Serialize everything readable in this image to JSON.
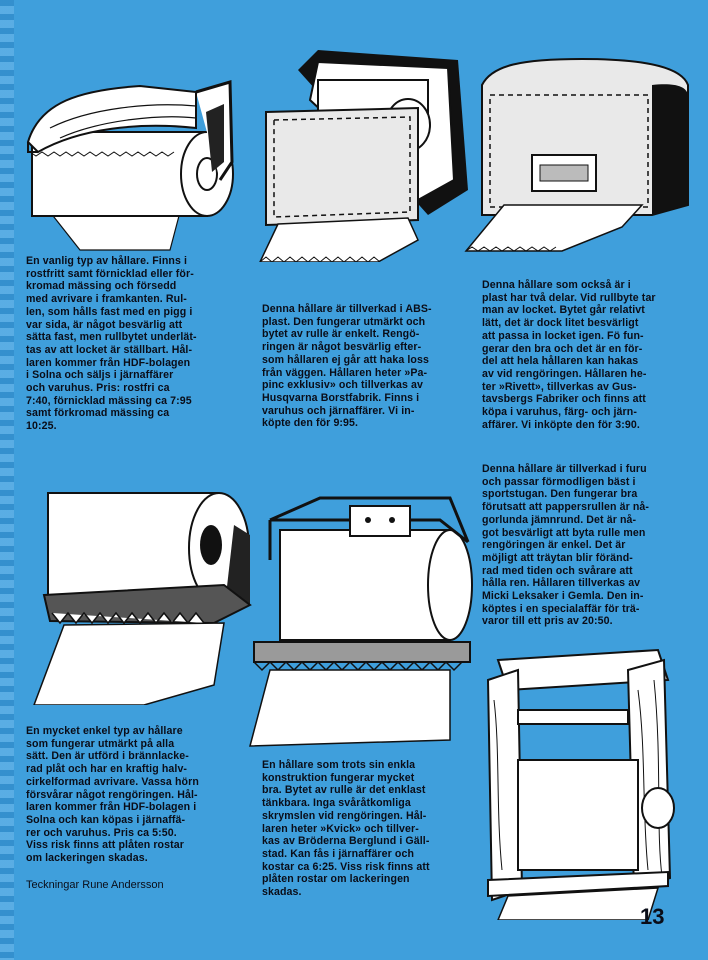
{
  "captions": {
    "c1": "En vanlig typ av hållare. Finns i\nrostfritt samt förnicklad eller för-\nkromad mässing och försedd\nmed avrivare i framkanten. Rul-\nlen, som hålls fast med en pigg i\nvar sida, är något besvärlig att\nsätta fast, men rullbytet underlät-\ntas av att locket är ställbart. Hål-\nlaren kommer från HDF-bolagen\ni Solna och säljs i järnaffärer\noch varuhus. Pris: rostfri ca\n7:40, förnicklad mässing ca 7:95\nsamt förkromad mässing ca\n10:25.",
    "c2": "Denna hållare är tillverkad i ABS-\nplast. Den fungerar utmärkt och\nbytet av rulle är enkelt. Rengö-\nringen är något besvärlig efter-\nsom hållaren ej går att haka loss\nfrån väggen. Hållaren heter »Pa-\npinc exklusiv» och tillverkas av\nHusqvarna Borstfabrik. Finns i\nvaruhus och järnaffärer. Vi in-\nköpte den för 9:95.",
    "c3": "Denna hållare som också är i\nplast har två delar. Vid rullbyte tar\nman av locket. Bytet går relativt\nlätt, det är dock litet besvärligt\natt passa in locket igen. Fö fun-\ngerar den bra och det är en för-\ndel att hela hållaren kan hakas\nav vid rengöringen. Hållaren he-\nter »Rivett», tillverkas av Gus-\ntavsbergs Fabriker och finns att\nköpa i varuhus, färg- och järn-\naffärer. Vi inköpte den för 3:90.",
    "c4": "Denna hållare är tillverkad i furu\noch passar förmodligen bäst i\nsportstugan. Den fungerar bra\nförutsatt att pappersrullen är nå-\ngorlunda jämnrund. Det är nå-\ngot besvärligt att byta rulle men\nrengöringen är enkel. Det är\nmöjligt att träytan blir föränd-\nrad med tiden och svårare att\nhålla ren. Hållaren tillverkas av\nMicki Leksaker i Gemla. Den in-\nköptes i en specialaffär för trä-\nvaror till ett pris av 20:50.",
    "c5": "En mycket enkel typ av hållare\nsom fungerar utmärkt på alla\nsätt. Den är utförd i brännlacke-\nrad plåt och har en kraftig halv-\ncirkelformad avrivare. Vassa hörn\nförsvårar något rengöringen. Hål-\nlaren kommer från HDF-bolagen i\nSolna och kan köpas i järnaffä-\nrer och varuhus. Pris ca 5:50.\nViss risk finns att plåten rostar\nom lackeringen skadas.",
    "c6": "En hållare som trots sin enkla\nkonstruktion fungerar mycket\nbra. Bytet av rulle är det enklast\ntänkbara. Inga svåråtkomliga\nskrymslen vid rengöringen. Hål-\nlaren heter »Kvick» och tillver-\nkas av Bröderna Berglund i Gäll-\nstad. Kan fås i järnaffärer och\nkostar ca 6:25. Viss risk finns att\nplåten rostar om lackeringen\nskadas."
  },
  "credit": "Teckningar Rune Andersson",
  "page_number": "13",
  "colors": {
    "background": "#3f9fdc",
    "ink": "#0a0d18",
    "paper": "#ffffff"
  }
}
